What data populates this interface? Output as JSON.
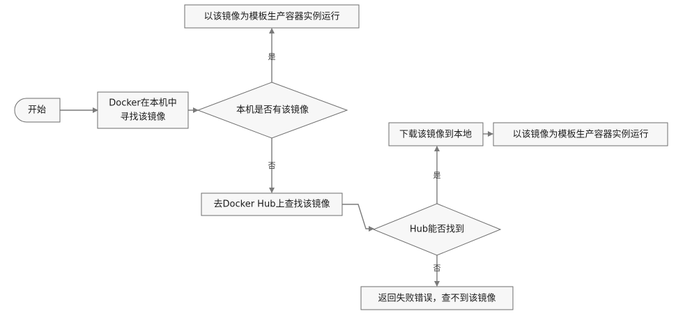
{
  "diagram": {
    "nodes": {
      "start": "开始",
      "search_local_line1": "Docker在本机中",
      "search_local_line2": "寻找该镜像",
      "local_exists": "本机是否有该镜像",
      "run_local": "以该镜像为模板生产容器实例运行",
      "search_hub": "去Docker Hub上查找该镜像",
      "hub_found": "Hub能否找到",
      "download": "下载该镜像到本地",
      "run_download": "以该镜像为模板生产容器实例运行",
      "error": "返回失败错误，查不到该镜像"
    },
    "edge_labels": {
      "yes": "是",
      "no": "否"
    }
  },
  "colors": {
    "box_fill": "#f7f7f7",
    "box_stroke": "#6e6e6e",
    "arrow": "#7a7a7a"
  }
}
